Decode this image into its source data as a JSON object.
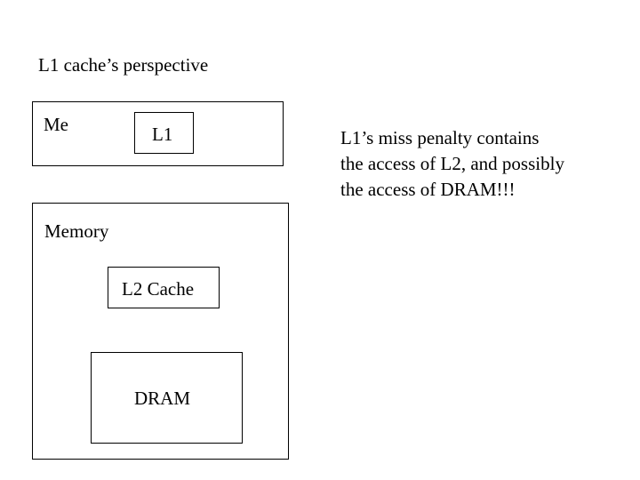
{
  "title": "L1 cache’s perspective",
  "me_box": {
    "label": "Me",
    "inner_label": "L1"
  },
  "memory_box": {
    "label": "Memory",
    "l2_label": "L2 Cache",
    "dram_label": "DRAM"
  },
  "note": {
    "lines": [
      "L1’s miss penalty contains",
      "the access of L2, and possibly",
      "the access of DRAM!!!"
    ]
  }
}
